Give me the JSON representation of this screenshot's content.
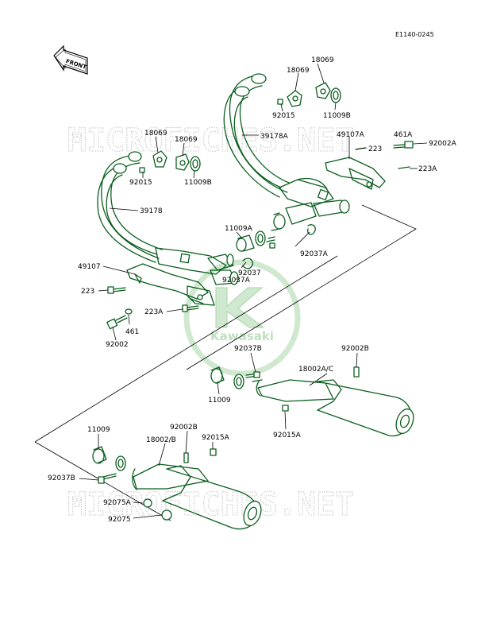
{
  "diagram_code": "E1140-0245",
  "front_label": "FRONT",
  "watermark": {
    "text": "MICROFICHES.NET",
    "brand": "Kawasaki"
  },
  "labels": {
    "l18069_a": "18069",
    "l18069_b": "18069",
    "l18069_c": "18069",
    "l18069_d": "18069",
    "l92015_a": "92015",
    "l92015_b": "92015",
    "l11009b_a": "11009B",
    "l11009b_b": "11009B",
    "l39178a": "39178A",
    "l49107a": "49107A",
    "l461a": "461A",
    "l92002a": "92002A",
    "l223_a": "223",
    "l223a_a": "223A",
    "l39178": "39178",
    "l11009a": "11009A",
    "l92037a_a": "92037A",
    "l92037": "92037",
    "l92037a_b": "92037A",
    "l49107": "49107",
    "l223_b": "223",
    "l223a_b": "223A",
    "l461": "461",
    "l92002": "92002",
    "l92037b_a": "92037B",
    "l92002b_a": "92002B",
    "l18002ac": "18002A/C",
    "l11009_a": "11009",
    "l92015a_a": "92015A",
    "l11009_b": "11009",
    "l18002b": "18002/B",
    "l92002b_b": "92002B",
    "l92015a_b": "92015A",
    "l92037b_b": "92037B",
    "l92075a": "92075A",
    "l92075": "92075"
  }
}
